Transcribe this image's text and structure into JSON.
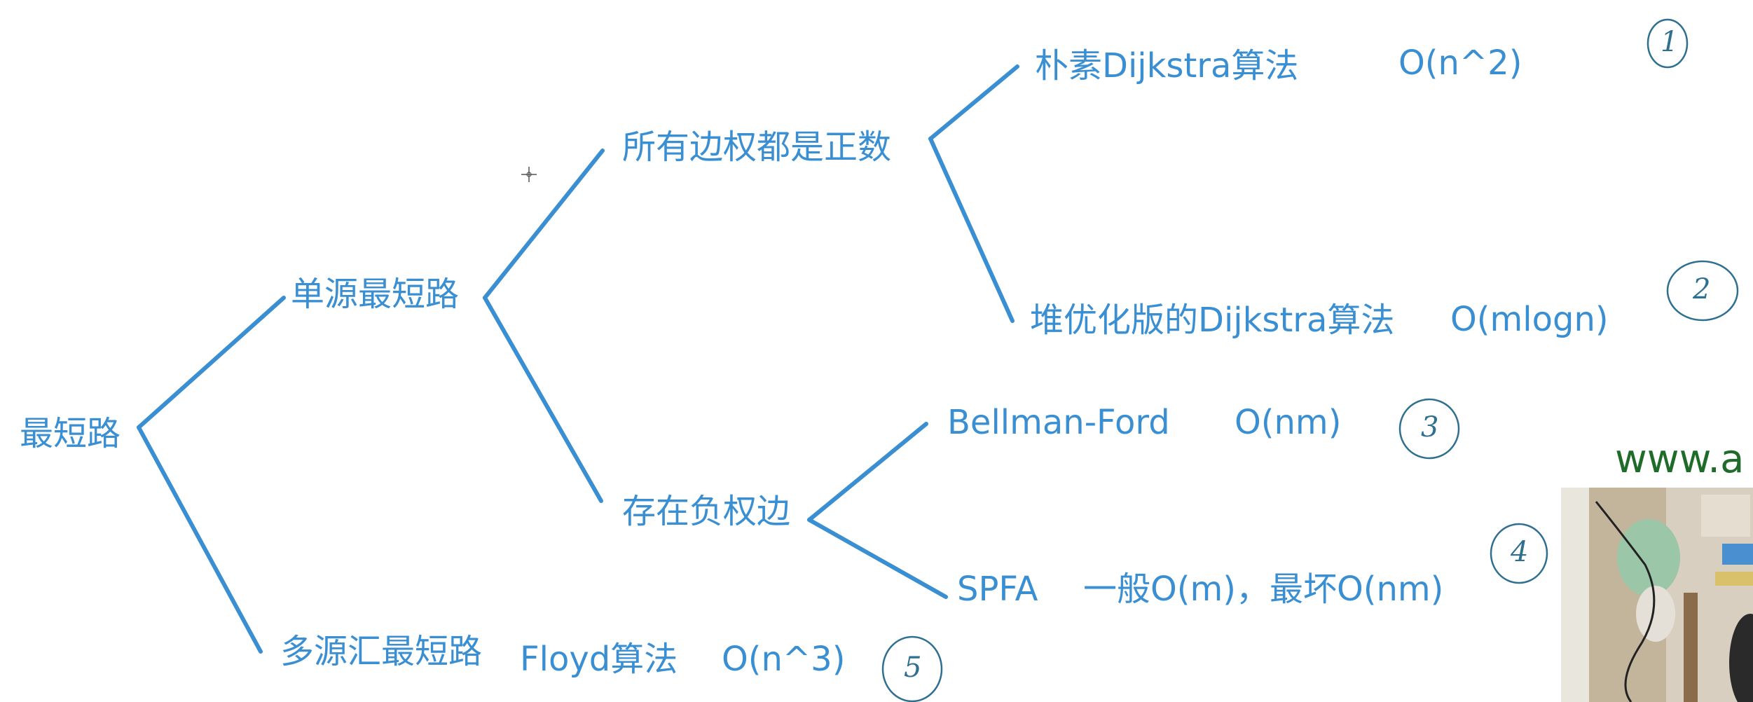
{
  "tree": {
    "root": "最短路",
    "single_source": "单源最短路",
    "multi_source": "多源汇最短路",
    "all_positive": "所有边权都是正数",
    "has_negative": "存在负权边",
    "naive_dijkstra": "朴素Dijkstra算法",
    "heap_dijkstra": "堆优化版的Dijkstra算法",
    "bellman_ford": "Bellman-Ford",
    "spfa": "SPFA",
    "floyd": "Floyd算法"
  },
  "complexities": {
    "naive_dijkstra": "O(n^2)",
    "heap_dijkstra": "O(mlogn)",
    "bellman_ford": "O(nm)",
    "spfa": "一般O(m)，最坏O(nm)",
    "floyd": "O(n^3)"
  },
  "annotations": [
    "1",
    "2",
    "3",
    "4",
    "5"
  ],
  "watermark": "www.a",
  "colors": {
    "text": "#3a8fd3",
    "edges": "#3a8fd3",
    "annotation": "#2f6f8f",
    "watermark": "#1f6b2a"
  }
}
